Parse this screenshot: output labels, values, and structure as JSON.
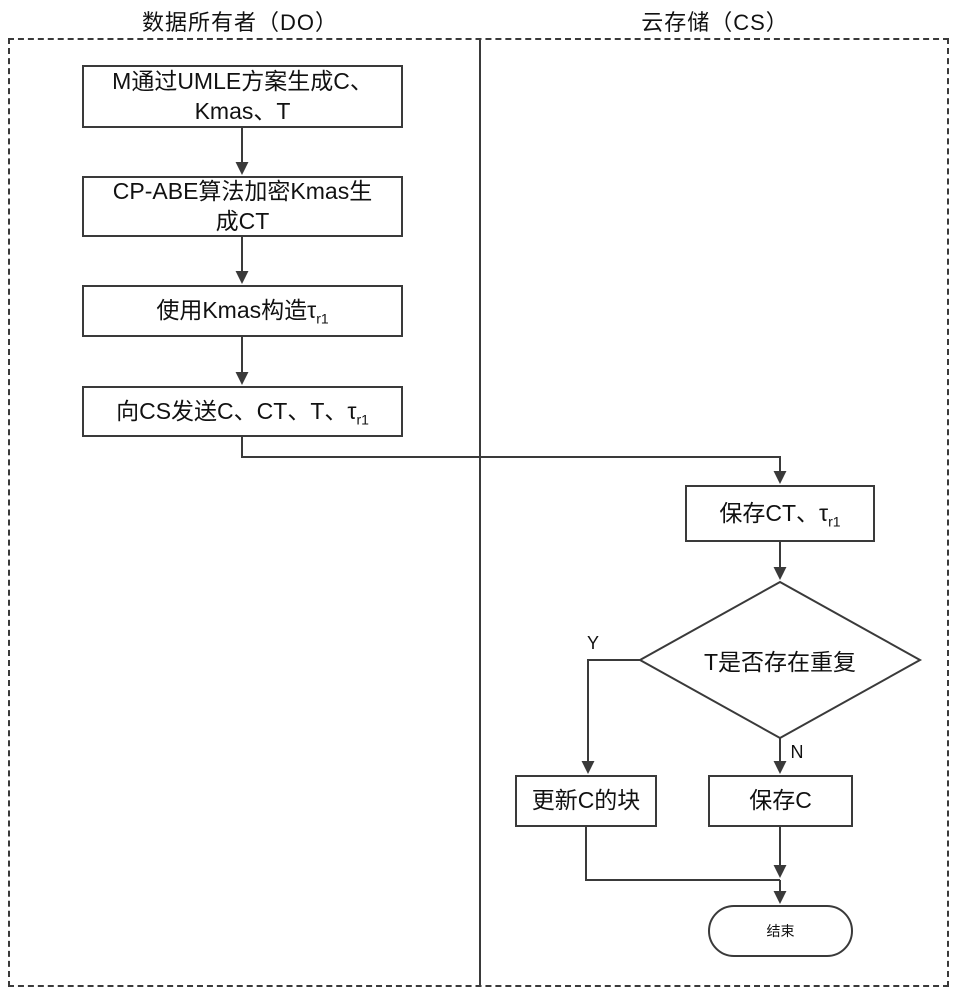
{
  "lanes": {
    "left_title": "数据所有者（DO）",
    "right_title": "云存储（CS）"
  },
  "nodes": {
    "generate": {
      "line1": "M通过UMLE方案生成C、",
      "line2": "Kmas、T"
    },
    "encrypt": {
      "line1": "CP-ABE算法加密Kmas生",
      "line2": "成CT"
    },
    "construct": {
      "text": "使用Kmas构造τ",
      "sub": "r1"
    },
    "send": {
      "text": "向CS发送C、CT、T、τ",
      "sub": "r1"
    },
    "save_ct": {
      "text": "保存CT、τ",
      "sub": "r1"
    },
    "decision": {
      "text": "T是否存在重复"
    },
    "update_block": {
      "text": "更新C的块"
    },
    "save_c": {
      "text": "保存C"
    },
    "end": {
      "text": "结束"
    }
  },
  "labels": {
    "yes": "Y",
    "no": "N"
  },
  "colors": {
    "line": "#3a3a3a",
    "text": "#111111",
    "background": "#ffffff"
  }
}
